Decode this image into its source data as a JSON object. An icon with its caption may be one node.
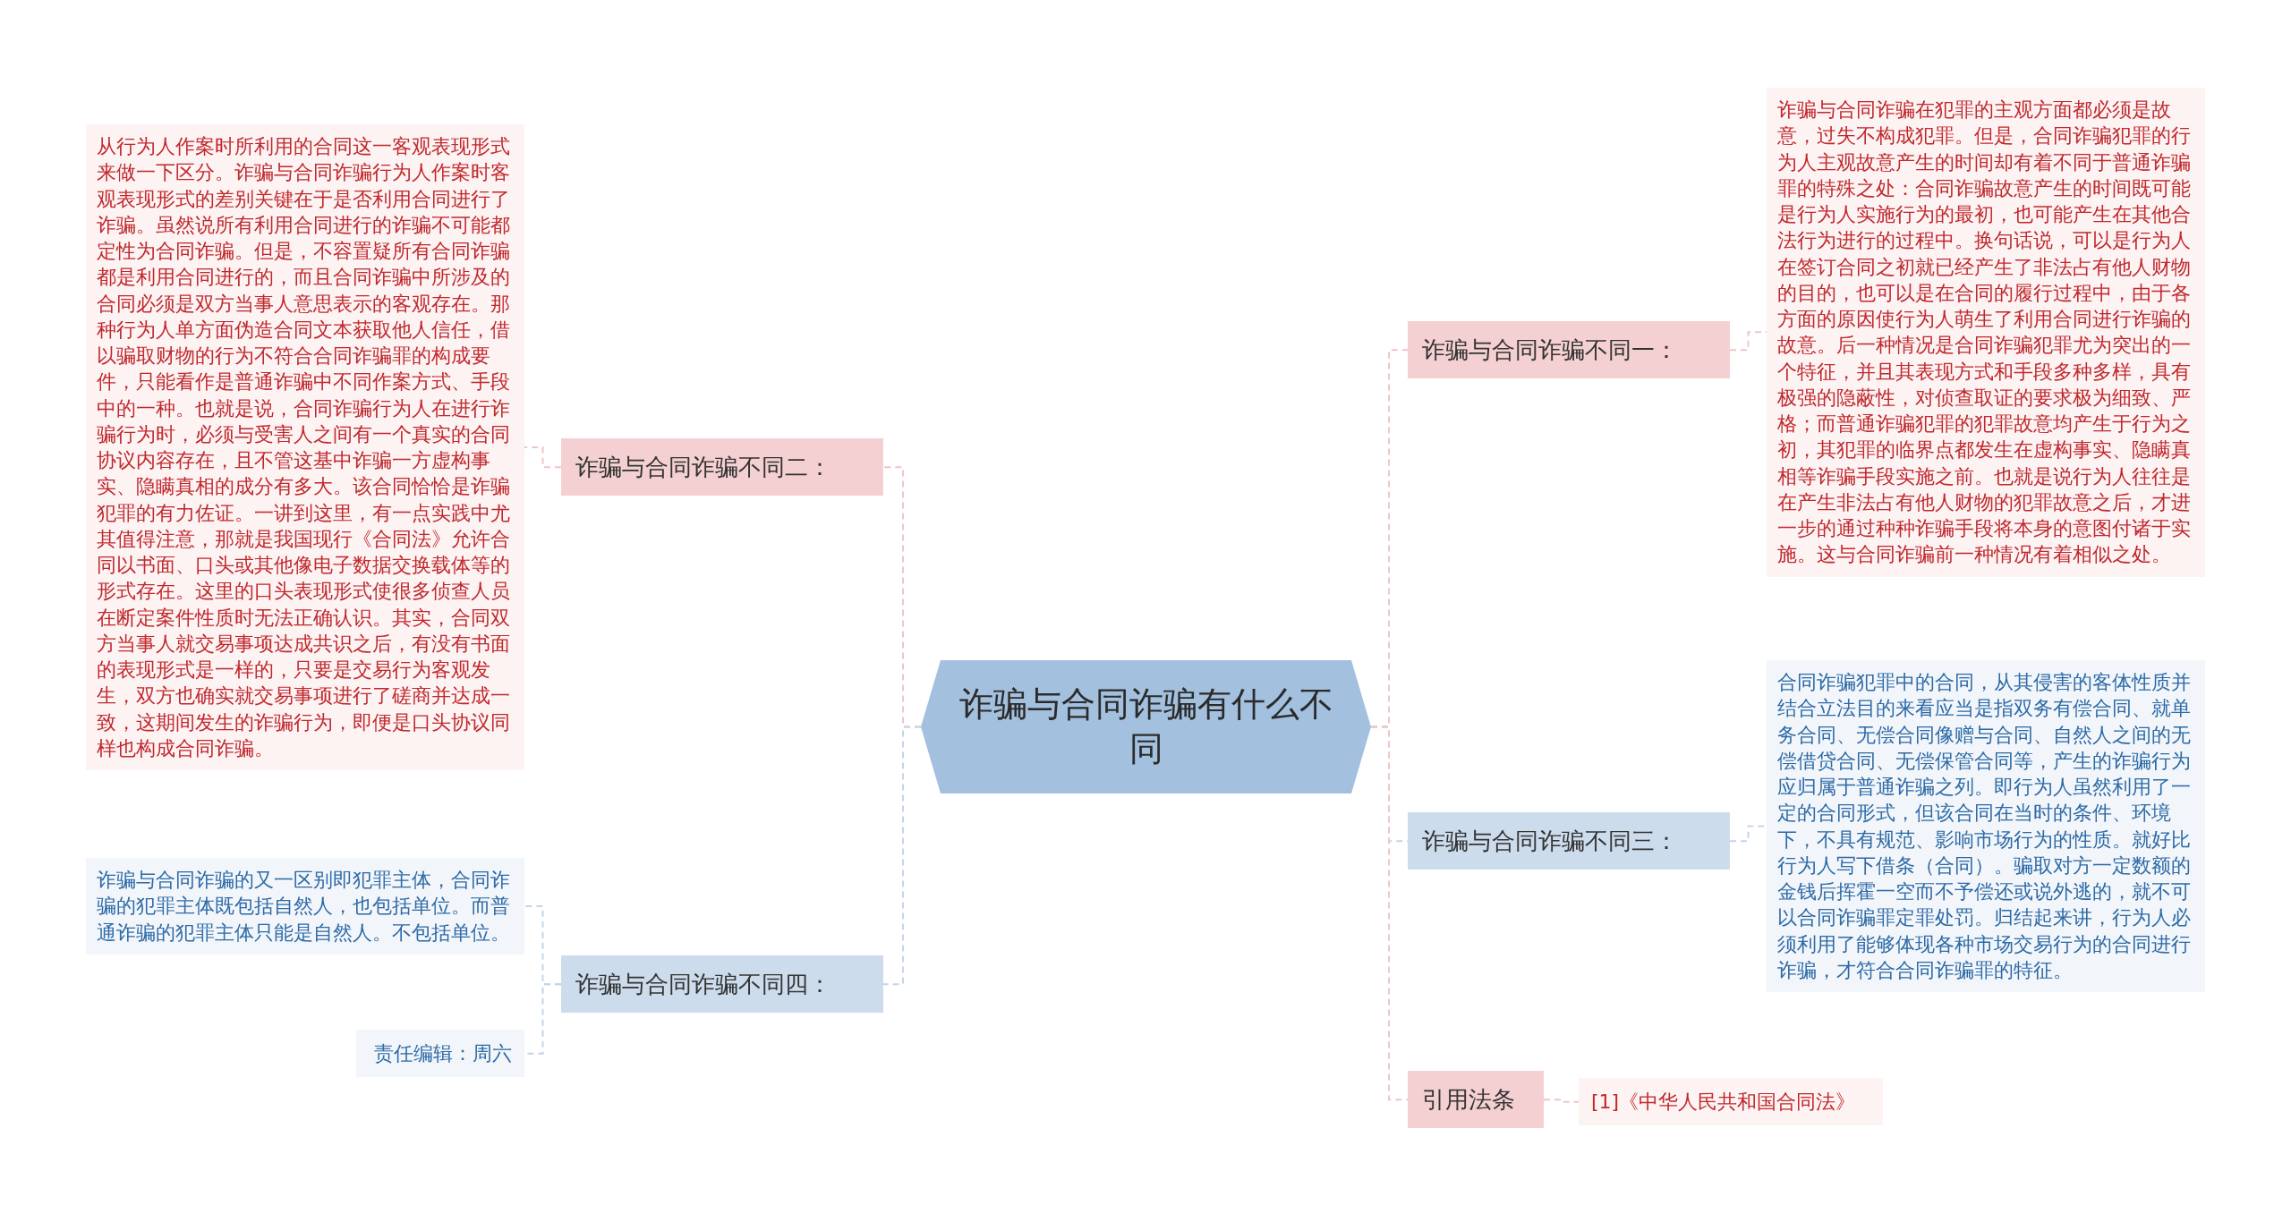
{
  "diagram": {
    "nodes": [
      {
        "text": [
          "诈骗与合同诈骗有什么不同"
        ]
      },
      {
        "text": [
          "诈骗与合同诈骗不同一："
        ]
      },
      {
        "text": [
          "诈骗与合同诈骗在犯罪的主观方面都必须是故意，过失不构成犯罪。但是，合同诈骗犯罪的行为人主观故意产生的时间却有着不同于普通诈骗罪的特殊之处：合同诈骗故意产生的时间既可能是行为人实施行为的最初，也可能产生在其他合法行为进行的过程中。换句话说，可以是行为人在签订合同之初就已经产生了非法占有他人财物的目的，也可以是在合同的履行过程中，由于各方面的原因使行为人萌生了利用合同进行诈骗的故意。后一种情况是合同诈骗犯罪尤为突出的一个特征，并且其表现方式和手段多种多样，具有极强的隐蔽性，对侦查取证的要求极为细致、严格；而普通诈骗犯罪的犯罪故意均产生于行为之初，其犯罪的临界点都发生在虚构事实、隐瞒真相等诈骗手段实施之前。也就是说行为人往往是在产生非法占有他人财物的犯罪故意之后，才进一步的通过种种诈骗手段将本身的意图付诸于实施。这与合同诈骗前一种情况有着相似之处。"
        ]
      },
      {
        "text": [
          "诈骗与合同诈骗不同三："
        ]
      },
      {
        "text": [
          "合同诈骗犯罪中的合同，从其侵害的客体性质并结合立法目的来看应当是指双务有偿合同、就单务合同、无偿合同像赠与合同、自然人之间的无偿借贷合同、无偿保管合同等，产生的诈骗行为应归属于普通诈骗之列。即行为人虽然利用了一定的合同形式，但该合同在当时的条件、环境下，不具有规范、影响市场行为的性质。就好比行为人写下借条（合同）。骗取对方一定数额的金钱后挥霍一空而不予偿还或说外逃的，就不可以合同诈骗罪定罪处罚。归结起来讲，行为人必须利用了能够体现各种市场交易行为的合同进行诈骗，才符合合同诈骗罪的特征。"
        ]
      },
      {
        "text": [
          "引用法条"
        ]
      },
      {
        "text": [
          "[1]《中华人民共和国合同法》"
        ]
      },
      {
        "text": [
          "诈骗与合同诈骗不同二："
        ]
      },
      {
        "text": [
          "从行为人作案时所利用的合同这一客观表现形式来做一下区分。诈骗与合同诈骗行为人作案时客观表现形式的差别关键在于是否利用合同进行了诈骗。虽然说所有利用合同进行的诈骗不可能都定性为合同诈骗。但是，不容置疑所有合同诈骗都是利用合同进行的，而且合同诈骗中所涉及的合同必须是双方当事人意思表示的客观存在。那种行为人单方面伪造合同文本获取他人信任，借以骗取财物的行为不符合合同诈骗罪的构成要件，只能看作是普通诈骗中不同作案方式、手段中的一种。也就是说，合同诈骗行为人在进行诈骗行为时，必须与受害人之间有一个真实的合同协议内容存在，且不管这基中诈骗一方虚构事实、隐瞒真相的成分有多大。该合同恰恰是诈骗犯罪的有力佐证。一讲到这里，有一点实践中尤其值得注意，那就是我国现行《合同法》允许合同以书面、口头或其他像电子数据交换载体等的形式存在。这里的口头表现形式使很多侦查人员在断定案件性质时无法正确认识。其实，合同双方当事人就交易事项达成共识之后，有没有书面的表现形式是一样的，只要是交易行为客观发生，双方也确实就交易事项进行了磋商并达成一致，这期间发生的诈骗行为，即便是口头协议同样也构成合同诈骗。"
        ]
      },
      {
        "text": [
          "诈骗与合同诈骗不同四："
        ]
      },
      {
        "text": [
          "诈骗与合同诈骗的又一区别即犯罪主体，合同诈骗的犯罪主体既包括自然人，也包括单位。而普通诈骗的犯罪主体只能是自然人。不包括单位。"
        ]
      },
      {
        "text": [
          "责任编辑：周六"
        ]
      }
    ],
    "edges": [
      {
        "from": 0,
        "to": 1,
        "arrow": "none",
        "style": "dashed",
        "color": "#f2c4c6"
      },
      {
        "from": 1,
        "to": 2,
        "arrow": "none",
        "style": "dashed",
        "color": "#f2c4c6"
      },
      {
        "from": 0,
        "to": 3,
        "arrow": "none",
        "style": "dashed",
        "color": "#c4d5e8"
      },
      {
        "from": 3,
        "to": 4,
        "arrow": "none",
        "style": "dashed",
        "color": "#c4d5e8"
      },
      {
        "from": 0,
        "to": 5,
        "arrow": "none",
        "style": "dashed",
        "color": "#f2c4c6"
      },
      {
        "from": 5,
        "to": 6,
        "arrow": "none",
        "style": "dashed",
        "color": "#f2c4c6"
      },
      {
        "from": 0,
        "to": 7,
        "arrow": "none",
        "style": "dashed",
        "color": "#f2c4c6"
      },
      {
        "from": 7,
        "to": 8,
        "arrow": "none",
        "style": "dashed",
        "color": "#f2c4c6"
      },
      {
        "from": 0,
        "to": 9,
        "arrow": "none",
        "style": "dashed",
        "color": "#c4d5e8"
      },
      {
        "from": 9,
        "to": 10,
        "arrow": "none",
        "style": "dashed",
        "color": "#c4d5e8"
      },
      {
        "from": 9,
        "to": 11,
        "arrow": "none",
        "style": "dashed",
        "color": "#c4d5e8"
      }
    ]
  }
}
